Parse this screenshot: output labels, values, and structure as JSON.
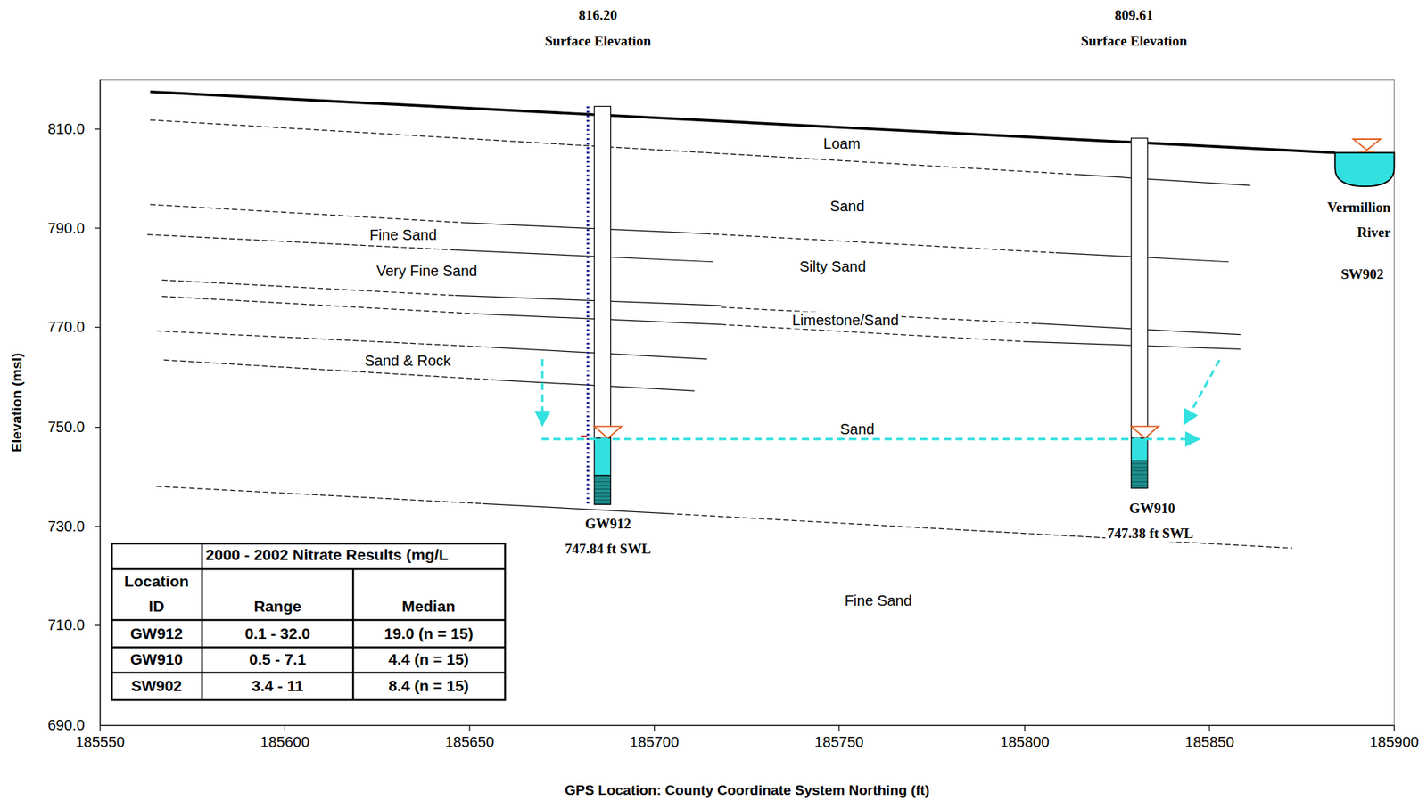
{
  "diagram": {
    "labels": [
      "816.20",
      "Surface Elevation",
      "809.61",
      "Surface Elevation",
      "Loam",
      "Sand",
      "Fine Sand",
      "Very Fine Sand",
      "Silty Sand",
      "Limestone/Sand",
      "Sand & Rock",
      "Sand",
      "Vermillion River",
      "SW902",
      "GW912",
      "747.84 ft SWL",
      "GW910",
      "747.38 ft SWL",
      "Fine Sand",
      "2000 - 2002 Nitrate Results (mg/L",
      "Location ID",
      "Range",
      "Median",
      "GW912",
      "0.1 - 32.0",
      "19.0 (n = 15)",
      "GW910",
      "0.5 - 7.1",
      "4.4 (n = 15)",
      "SW902",
      "3.4 - 11",
      "8.4 (n = 15)",
      "810.0",
      "790.0",
      "770.0",
      "750.0",
      "730.0",
      "710.0",
      "690.0",
      "185550",
      "185600",
      "185650",
      "185700",
      "185750",
      "185800",
      "185850",
      "185900",
      "Elevation (msl)",
      "GPS Location: County Coordinate System Northing (ft)"
    ]
  }
}
